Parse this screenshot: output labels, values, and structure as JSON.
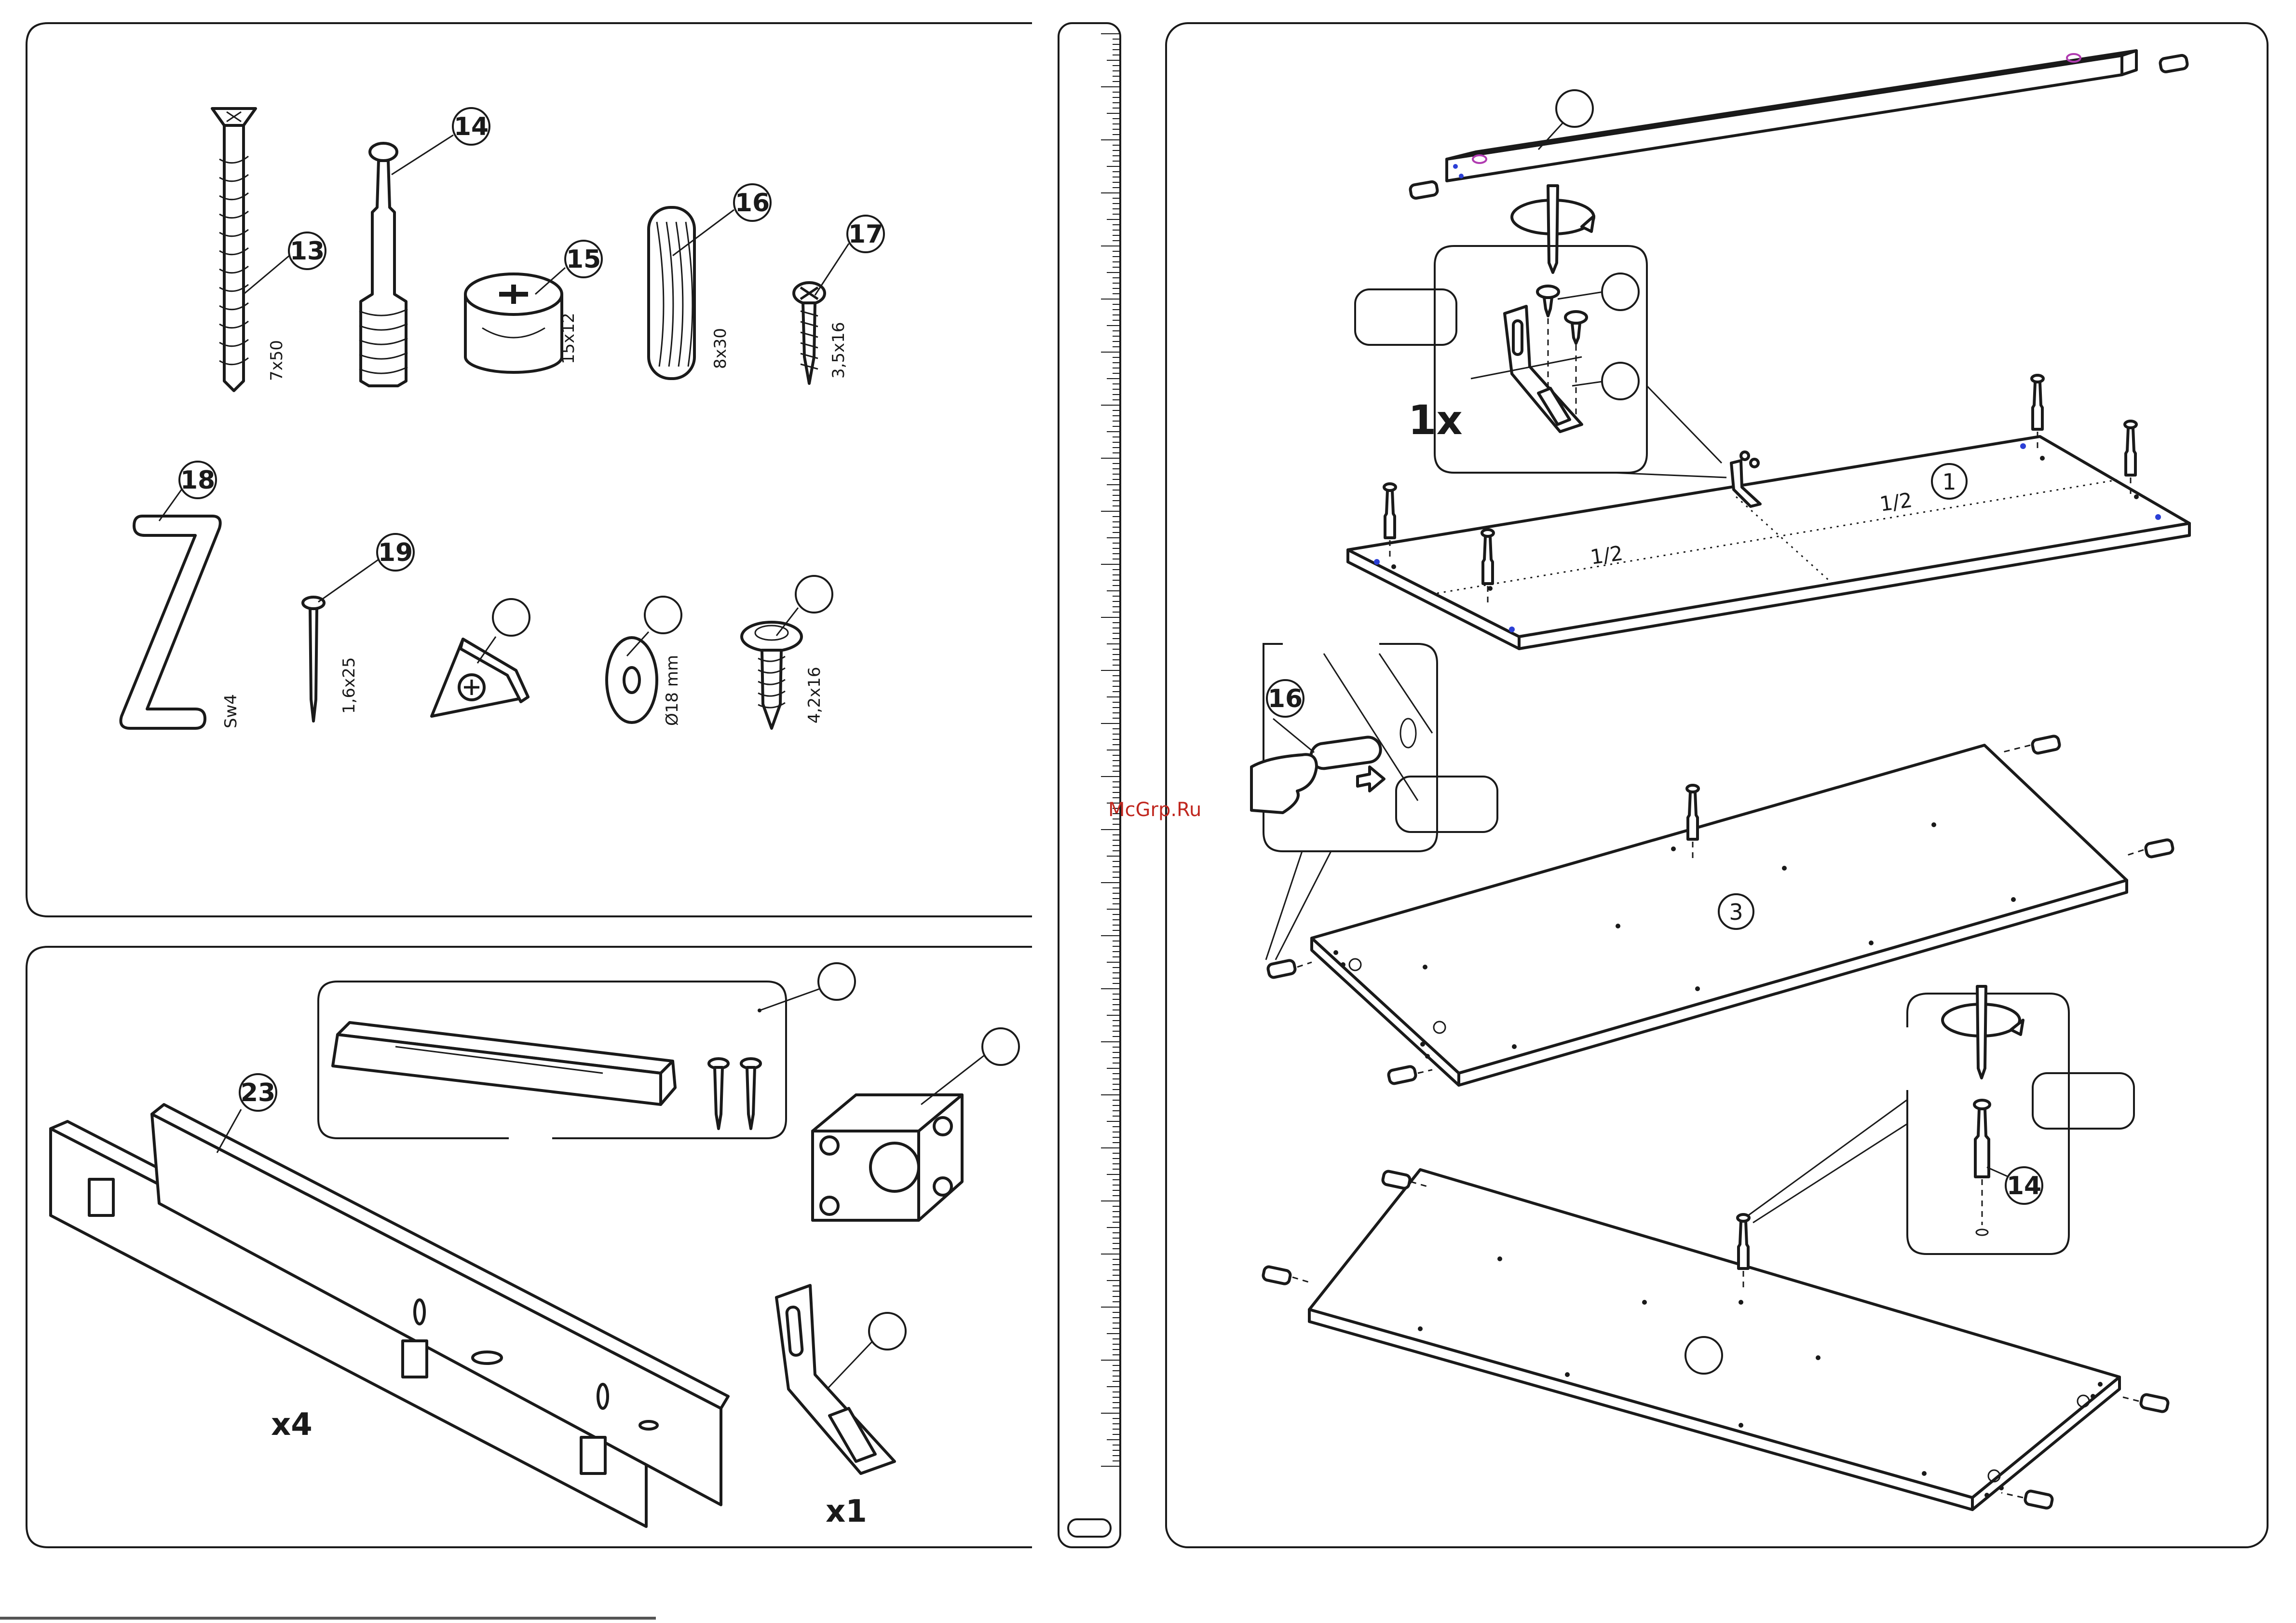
{
  "hardware": {
    "screw_13": {
      "callout": "13",
      "spec": "7x50"
    },
    "bolt_14": {
      "callout": "14"
    },
    "cam_15": {
      "callout": "15",
      "spec": "15x12"
    },
    "dowel_16": {
      "callout": "16",
      "spec": "8x30"
    },
    "screw_17": {
      "callout": "17",
      "spec": "3,5x16"
    },
    "hex_key_18": {
      "callout": "18",
      "spec": "Sw4"
    },
    "nail_19": {
      "callout": "19",
      "spec": "1,6x25"
    },
    "washer": {
      "spec": "Ø18 mm"
    },
    "flange_screw": {
      "spec": "4,2x16"
    }
  },
  "kit": {
    "rail_23": {
      "callout": "23",
      "qty": "x4"
    },
    "bracket": {
      "qty": "x1"
    }
  },
  "assembly": {
    "bracket_qty": "1x",
    "panel_1": {
      "callout": "1",
      "half_mark_a": "1/2",
      "half_mark_b": "1/2"
    },
    "dowel_detail": {
      "callout": "16"
    },
    "panel_3": {
      "callout": "3"
    },
    "bolt_detail": {
      "callout": "14"
    }
  },
  "watermark": "McGrp.Ru"
}
